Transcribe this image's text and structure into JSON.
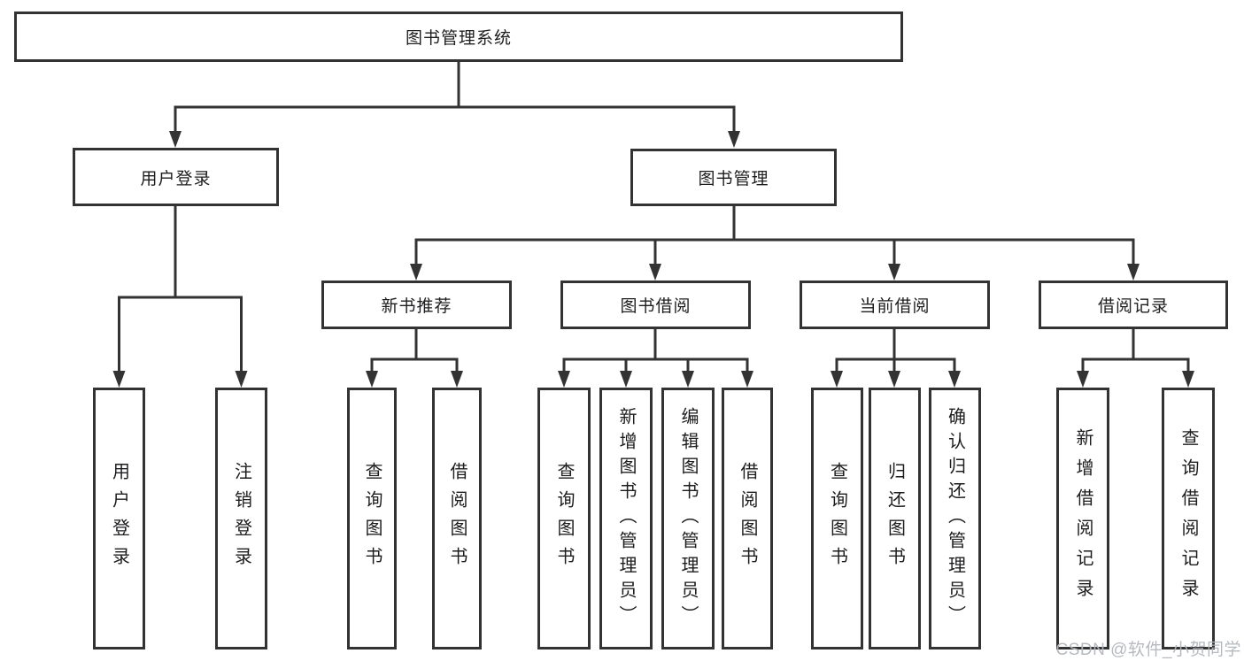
{
  "colors": {
    "line": "#333333",
    "text": "#1d1d1f",
    "background": "#ffffff",
    "watermark": "#b2b6bc"
  },
  "watermark": "CSDN @软件_小贺同学",
  "tree": {
    "root": {
      "label": "图书管理系统"
    },
    "branches": [
      {
        "label": "用户登录",
        "children": [
          {
            "label": "用户登录"
          },
          {
            "label": "注销登录"
          }
        ]
      },
      {
        "label": "图书管理",
        "children": [
          {
            "label": "新书推荐",
            "children": [
              {
                "label": "查询图书"
              },
              {
                "label": "借阅图书"
              }
            ]
          },
          {
            "label": "图书借阅",
            "children": [
              {
                "label": "查询图书"
              },
              {
                "label": "新增图书（管理员）"
              },
              {
                "label": "编辑图书（管理员）"
              },
              {
                "label": "借阅图书"
              }
            ]
          },
          {
            "label": "当前借阅",
            "children": [
              {
                "label": "查询图书"
              },
              {
                "label": "归还图书"
              },
              {
                "label": "确认归还（管理员）"
              }
            ]
          },
          {
            "label": "借阅记录",
            "children": [
              {
                "label": "新增借阅记录"
              },
              {
                "label": "查询借阅记录"
              }
            ]
          }
        ]
      }
    ]
  }
}
